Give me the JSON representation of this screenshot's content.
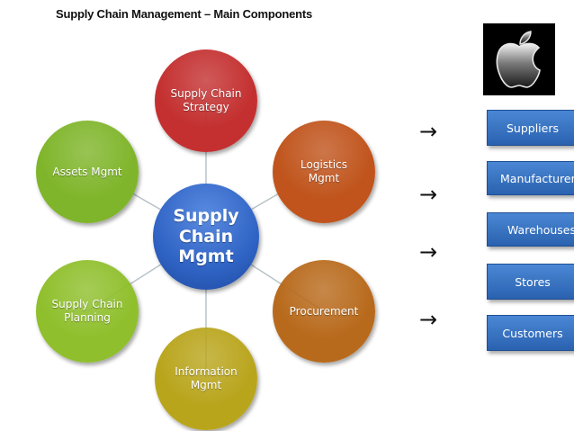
{
  "title": "Supply Chain Management – Main Components",
  "center": {
    "label": "Supply\nChain\nMgmt",
    "color": "#2f63c4"
  },
  "components": [
    {
      "label": "Supply Chain\nStrategy",
      "color": "#c43030"
    },
    {
      "label": "Logistics\nMgmt",
      "color": "#c0541c"
    },
    {
      "label": "Procurement",
      "color": "#b86a1c"
    },
    {
      "label": "Information\nMgmt",
      "color": "#b9a51c"
    },
    {
      "label": "Supply Chain\nPlanning",
      "color": "#8fbf2c"
    },
    {
      "label": "Assets Mgmt",
      "color": "#7fb52a"
    }
  ],
  "logo": {
    "name": "apple-logo-icon"
  },
  "arrows": [
    "→",
    "→",
    "→",
    "→"
  ],
  "flow": [
    "Suppliers",
    "Manufacturers",
    "Warehouses",
    "Stores",
    "Customers"
  ]
}
